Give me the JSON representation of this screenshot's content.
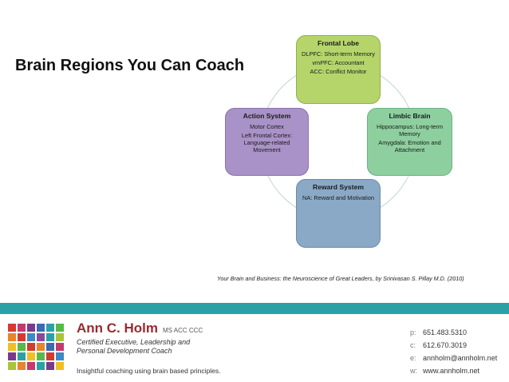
{
  "slide": {
    "title": "Brain Regions You Can Coach",
    "citation": "Your Brain and Business: the Neuroscience of Great Leaders, by  Srinivasan S. Pillay M.D. (2010)"
  },
  "diagram": {
    "nodes": [
      {
        "id": "frontal",
        "title": "Frontal Lobe",
        "lines": [
          "DLPFC: Short-term Memory",
          "vmPFC: Accountant",
          "ACC: Conflict Monitor"
        ],
        "color": "#b5d56b",
        "border": "#8fb049"
      },
      {
        "id": "limbic",
        "title": "Limbic Brain",
        "lines": [
          "Hippocampus: Long-term Memory",
          "Amygdala: Emotion and Attachment"
        ],
        "color": "#8ecf9f",
        "border": "#6cb281"
      },
      {
        "id": "reward",
        "title": "Reward System",
        "lines": [
          "NA: Reward and Motivation"
        ],
        "color": "#8aa9c7",
        "border": "#6a8bab"
      },
      {
        "id": "action",
        "title": "Action System",
        "lines": [
          "Motor Cortex",
          "Left Frontal Cortex: Language-related Movement"
        ],
        "color": "#a992c7",
        "border": "#8a73aa"
      }
    ]
  },
  "footer": {
    "name": "Ann C. Holm",
    "credentials": "MS ACC CCC",
    "subtitle_lines": [
      "Certified Executive, Leadership and",
      "Personal Development Coach"
    ],
    "tagline": "Insightful coaching using brain based principles.",
    "contact": [
      {
        "key": "p:",
        "value": "651.483.5310"
      },
      {
        "key": "c:",
        "value": "612.670.3019"
      },
      {
        "key": "e:",
        "value": "annholm@annholm.net"
      },
      {
        "key": "w:",
        "value": "www.annholm.net"
      }
    ],
    "logo_colors": [
      "#d43a2f",
      "#c43a6e",
      "#7a3a8c",
      "#3a6ab2",
      "#2aa1a6",
      "#58b848",
      "#e8842a",
      "#d43a2f",
      "#3a8ac4",
      "#8a4a9c",
      "#2aa1a6",
      "#a8c43a",
      "#f0c020",
      "#58b848",
      "#d43a2f",
      "#e8842a",
      "#3a6ab2",
      "#c43a6e",
      "#7a3a8c",
      "#2aa1a6",
      "#f0c020",
      "#58b848",
      "#d43a2f",
      "#3a8ac4",
      "#a8c43a",
      "#e8842a",
      "#c43a6e",
      "#2aa1a6",
      "#7a3a8c",
      "#f0c020"
    ],
    "accent_color": "#2aa1a6"
  }
}
